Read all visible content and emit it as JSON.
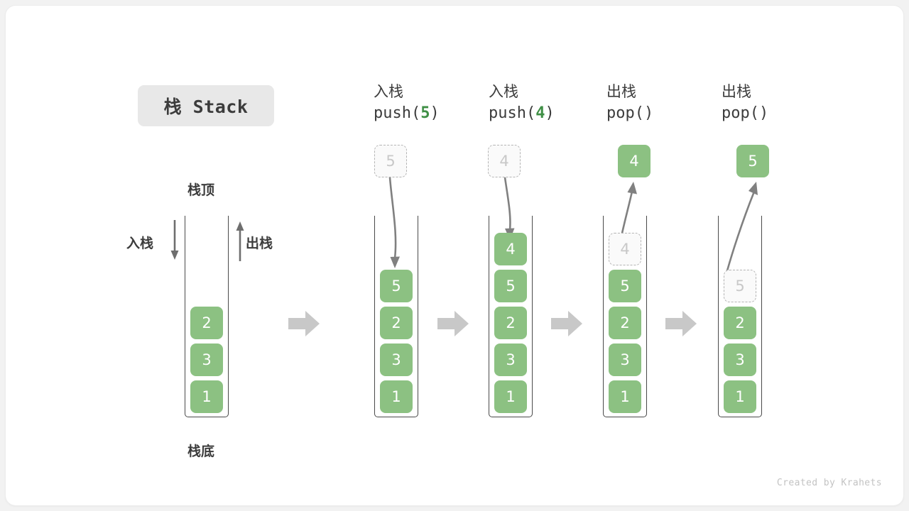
{
  "title": {
    "badge": "栈 Stack"
  },
  "labels": {
    "top": "栈顶",
    "bottom": "栈底",
    "push": "入栈",
    "pop": "出栈"
  },
  "credit": "Created by Krahets",
  "colors": {
    "cell_fill": "#8cc182",
    "cell_text": "#ffffff",
    "ghost_border": "#b4b4b4",
    "ghost_text": "#c8c8c8",
    "arrow": "#808080",
    "step_arrow": "#c8c8c8",
    "accent_code": "#3f8f45",
    "text": "#3c3c3c",
    "badge_bg": "#e8e8e8"
  },
  "chart_data": {
    "type": "diagram",
    "title": "栈 Stack",
    "structure": "stack",
    "steps": [
      {
        "id": "initial",
        "header_cn": "",
        "header_code": "",
        "stack": [
          "2",
          "3",
          "1"
        ],
        "top_label": "栈顶",
        "bottom_label": "栈底",
        "side_arrows": [
          {
            "label": "入栈",
            "direction": "down"
          },
          {
            "label": "出栈",
            "direction": "up"
          }
        ]
      },
      {
        "id": "push-5",
        "header_cn": "入栈",
        "header_code_prefix": "push(",
        "header_code_arg": "5",
        "header_code_suffix": ")",
        "floating": {
          "value": "5",
          "state": "ghost"
        },
        "arrow_direction": "into-stack",
        "stack": [
          "5",
          "2",
          "3",
          "1"
        ]
      },
      {
        "id": "push-4",
        "header_cn": "入栈",
        "header_code_prefix": "push(",
        "header_code_arg": "4",
        "header_code_suffix": ")",
        "floating": {
          "value": "4",
          "state": "ghost"
        },
        "arrow_direction": "into-stack",
        "stack": [
          "4",
          "5",
          "2",
          "3",
          "1"
        ]
      },
      {
        "id": "pop-1",
        "header_cn": "出栈",
        "header_code_prefix": "pop(",
        "header_code_arg": "",
        "header_code_suffix": ")",
        "floating": {
          "value": "4",
          "state": "solid"
        },
        "arrow_direction": "out-of-stack",
        "vacated": "4",
        "stack": [
          "5",
          "2",
          "3",
          "1"
        ]
      },
      {
        "id": "pop-2",
        "header_cn": "出栈",
        "header_code_prefix": "pop(",
        "header_code_arg": "",
        "header_code_suffix": ")",
        "floating": {
          "value": "5",
          "state": "solid"
        },
        "arrow_direction": "out-of-stack",
        "vacated": "5",
        "stack": [
          "2",
          "3",
          "1"
        ]
      }
    ],
    "transitions": [
      "push(5)",
      "push(4)",
      "pop()",
      "pop()"
    ]
  }
}
